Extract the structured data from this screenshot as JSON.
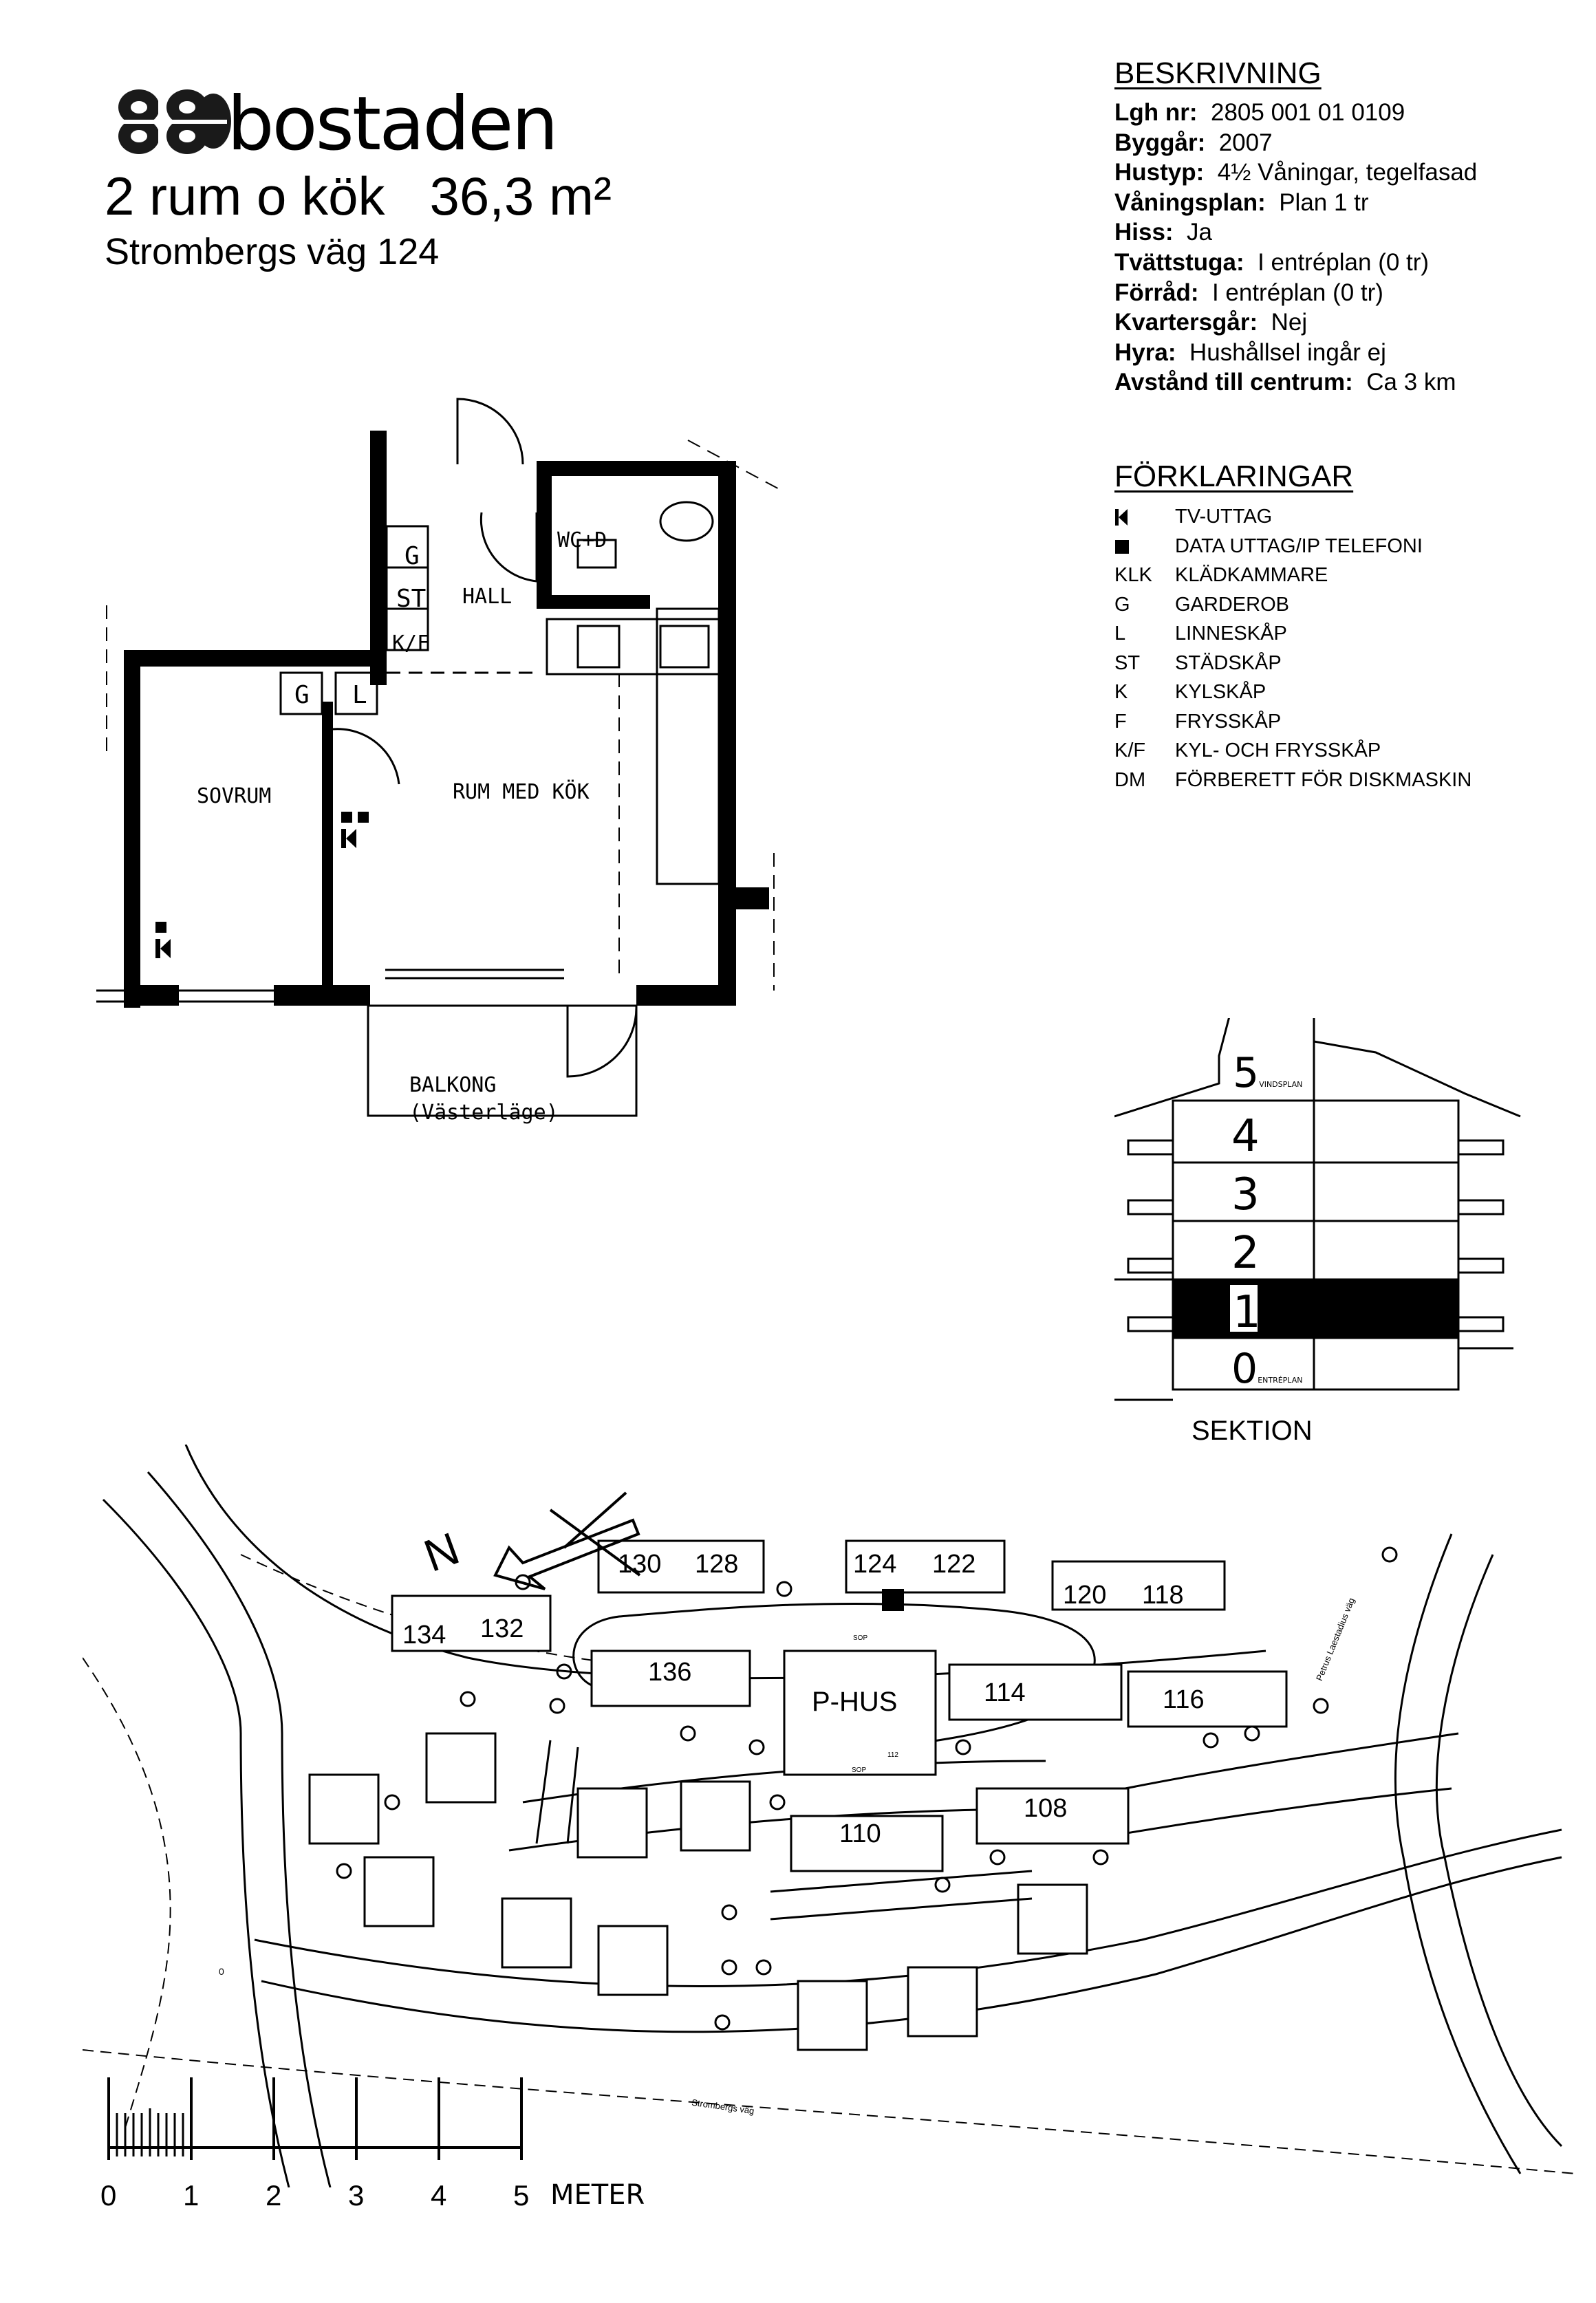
{
  "brand": {
    "name": "bostaden"
  },
  "listing": {
    "title": "2 rum o kök   36,3 m²",
    "address": "Strombergs väg 124"
  },
  "description": {
    "heading": "BESKRIVNING",
    "rows": [
      {
        "label": "Lgh nr:",
        "value": "2805 001 01 0109"
      },
      {
        "label": "Byggår:",
        "value": "2007"
      },
      {
        "label": "Hustyp:",
        "value": "4½ Våningar, tegelfasad"
      },
      {
        "label": "Våningsplan:",
        "value": "Plan 1 tr"
      },
      {
        "label": "Hiss:",
        "value": "Ja"
      },
      {
        "label": "Tvättstuga:",
        "value": "I entréplan (0 tr)"
      },
      {
        "label": "Förråd:",
        "value": "I entréplan (0 tr)"
      },
      {
        "label": "Kvartersgår:",
        "value": "Nej"
      },
      {
        "label": "Hyra:",
        "value": "Hushållsel ingår ej"
      },
      {
        "label": "Avstånd till centrum:",
        "value": "Ca 3 km"
      }
    ]
  },
  "legend": {
    "heading": "FÖRKLARINGAR",
    "items": [
      {
        "key": "",
        "text": "TV-UTTAG",
        "icon": "tv-outlet-icon"
      },
      {
        "key": "",
        "text": "DATA UTTAG/IP TELEFONI",
        "icon": "data-outlet-icon"
      },
      {
        "key": "KLK",
        "text": "KLÄDKAMMARE"
      },
      {
        "key": "G",
        "text": "GARDEROB"
      },
      {
        "key": "L",
        "text": "LINNESKÅP"
      },
      {
        "key": "ST",
        "text": "STÄDSKÅP"
      },
      {
        "key": "K",
        "text": "KYLSKÅP"
      },
      {
        "key": "F",
        "text": "FRYSSKÅP"
      },
      {
        "key": "K/F",
        "text": "KYL- OCH FRYSSKÅP"
      },
      {
        "key": "DM",
        "text": "FÖRBERETT FÖR DISKMASKIN"
      }
    ]
  },
  "plan": {
    "rooms": {
      "hall": "HALL",
      "wc": "WC+D",
      "bedroom": "SOVRUM",
      "living": "RUM MED KÖK",
      "balcony": "BALKONG",
      "balcony_note": "(Västerläge)"
    },
    "fixtures": {
      "g": "G",
      "st": "ST",
      "kf": "K/F",
      "g2": "G",
      "l": "L"
    }
  },
  "section": {
    "label": "SEKTION",
    "floors": [
      {
        "num": "5",
        "note": "VINDSPLAN"
      },
      {
        "num": "4",
        "note": ""
      },
      {
        "num": "3",
        "note": ""
      },
      {
        "num": "2",
        "note": ""
      },
      {
        "num": "1",
        "note": ""
      },
      {
        "num": "0",
        "note": "ENTRÉPLAN"
      }
    ],
    "highlighted_floor": "1"
  },
  "sitemap": {
    "north": "N",
    "buildings": [
      "130",
      "128",
      "124",
      "122",
      "120",
      "118",
      "134",
      "132",
      "136",
      "114",
      "116",
      "108",
      "110"
    ],
    "parking": "P-HUS",
    "roads": [
      "Strombergs väg",
      "Petrus Laestadius väg"
    ],
    "small": {
      "sop1": "SOP",
      "sop2": "SOP",
      "n112": "112",
      "zero": "0"
    }
  },
  "scale": {
    "ticks": [
      "0",
      "1",
      "2",
      "3",
      "4",
      "5"
    ],
    "unit": "METER"
  }
}
